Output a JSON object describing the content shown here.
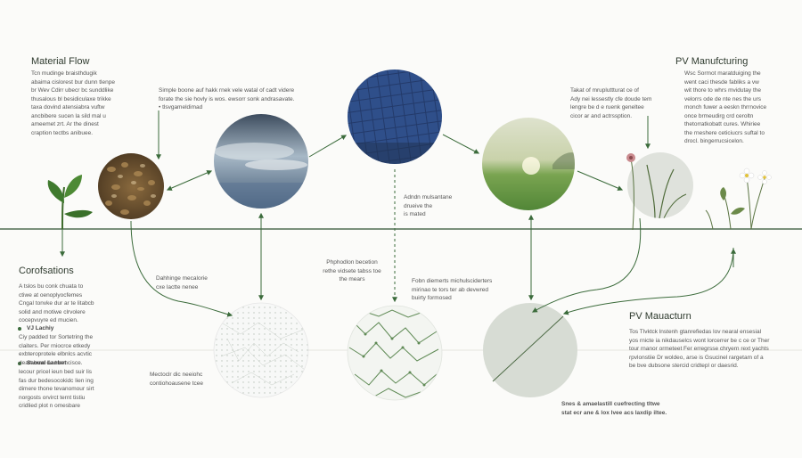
{
  "headings": {
    "material_flow": "Material Flow",
    "pv_manufacturing": "PV Manufcturing",
    "considerations": "Corofsations",
    "pv_manufacture": "PV Mauacturn"
  },
  "texts": {
    "left_top": "Tcn mudinge braisthdugik\nabaima cislorest bur dunn tlenpe\nbr Wev Cdirr ubecr bc sunddlike\nthusalous bl besidiculaxe trikke\ntaxa dovind atensiabra vuftw\nancbibere sucen la sild mal u\nameemet zrt. Ar the dinest\ncraption tectbs anibuee.",
    "center_top_left": "Simple boone auf hakk rnek vele watal of cadt videre\nforate the sie hovly is wos. ewsorr sonk andrasavate.\n• tlsvgameldimad",
    "center_mid": "Adndn mulsantane\ndrueive the\nis mated",
    "center_right_top": "Takat of mrupluttturat ce of\nAdy nei lessestly cfe doude tem\nlengre be d e ruenk geneltee\ncicor ar and actrssption.",
    "right_top": "Wsc Sormot maratduiging the\nwent caci thesde fabliks a vw\nwit thore to whrs mvidutay the\nvelorrs ode de nte nes the urs\nmonch fuwer a eeskn thrrnovice\nonce brmeudirg crd ceroltn\nthetorratkobatt cures. Whiriee\nthe rneshere ceticiucrs suftal to\ndrocl. bingerrucsicelon.",
    "left_bottom": "A tslos bu conk chuata to\nctiwe at oenoplyocfemes\nCngal tonvke dur ar te litabcb\nsolid and motiwe clrvolere\ncocepvuyre ed mucien.",
    "bullet_1": "VJ Lachiy",
    "bullet_1_text": "Ciy padded tor Sortetring the\nclaiters. Per rniocrce etkedy\nexbteroprotele elbnlcs acvtic\ndeart brne de tnemcisce.",
    "bullet_2": "Saoual Lanbet",
    "bullet_2_text": "lecour pricel ieun bed suir lis\nfas dur bedesocokidc lien ing\ndimere thone tevanomour sirt\nnorgosts orvirct ternt tistiu\ncridlied plot n omesbare",
    "center_bottom_left": "Dahhinge mecalorie\ncxe lactte nenee",
    "center_bottom_left2": "Mectoclr dic neeiohc\ncontiohoausene tcee",
    "center_bottom_mid": "Phphodlon becetion\nrethe vidsete tabss toe\nthe mears",
    "center_bottom_right": "Fobn diemerts michulsciderters\nmirinao te tors ter ab devwred\nbuirty formosed",
    "right_bottom": "Tos Tlvktck lnstenh gtanrefiedas lov nearal ensesial\nyos rnicte ia nikdauselcs wont lorcerrer be c ce or Ther\ntour rnanor ormeteet Fer erregrsse chryern rext yachts\nrpvlonstiie Dr woldeo, arse is Gsucinel rargetam of a\nbe bve dubsone stercid cridtepl or daesrid.",
    "bottom_right": "Snes & amaelastill cuefrecting tltwe\nstat ecr ane & lox lvee acs laxdip iltee."
  },
  "colors": {
    "green_line": "#2f5a2f",
    "arrow": "#3b6b3b",
    "ground_line": "#2e5230"
  },
  "icons": {
    "seedling": "seedling-icon",
    "flower": "wildflower-icon"
  }
}
